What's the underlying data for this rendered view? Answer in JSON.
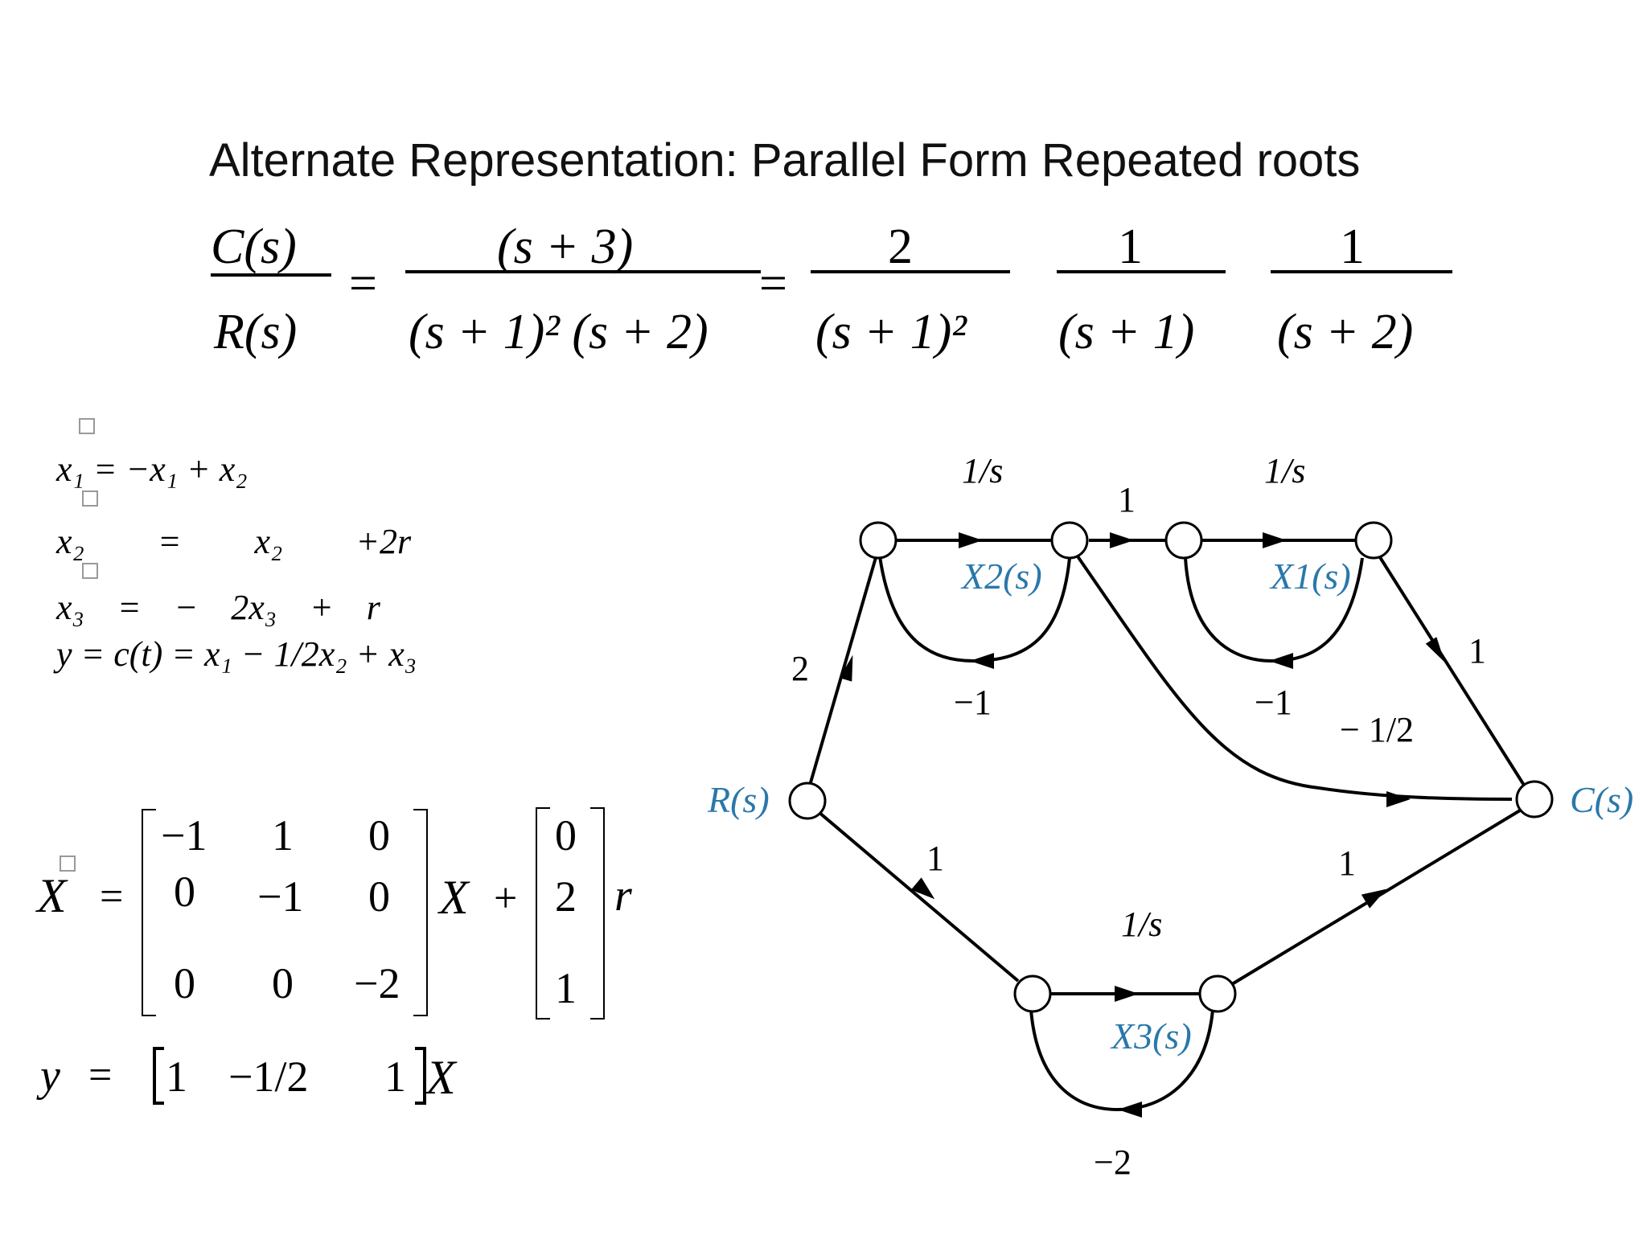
{
  "title": "Alternate Representation: Parallel Form Repeated roots",
  "transfer_function": {
    "lhs_num": "C(s)",
    "lhs_den": "R(s)",
    "eq1": "=",
    "eq2": "=",
    "mid_num": "(s + 3)",
    "mid_den": "(s + 1)² (s + 2)",
    "t1_num": "2",
    "t1_den": "(s + 1)²",
    "t2_num": "1",
    "t2_den": "(s + 1)",
    "t3_num": "1",
    "t3_den": "(s + 2)"
  },
  "state_equations": [
    "x₁ = −x₁ + x₂",
    "x₂ = x₂ +2r",
    "x₃ = − 2x₃ + r",
    "y = c(t) = x₁ − 1/2x₂ + x₃"
  ],
  "matrix_form": {
    "lhs": "X",
    "eq": "=",
    "plus": "+",
    "r": "r",
    "X": "X",
    "A": [
      [
        "−1",
        "1",
        "0"
      ],
      [
        "0",
        "−1",
        "0"
      ],
      [
        "0",
        "0",
        "−2"
      ]
    ],
    "B": [
      "0",
      "2",
      "1"
    ],
    "y_lhs": "y",
    "y_eq": "=",
    "C": [
      "1",
      "−1/2",
      "1"
    ],
    "y_X": "X"
  },
  "signal_flow_graph": {
    "nodes": {
      "R": "R(s)",
      "C": "C(s)",
      "X1": "X1(s)",
      "X2": "X2(s)",
      "X3": "X3(s)"
    },
    "gains": {
      "g_R_a": "2",
      "g_a_b": "1/s",
      "g_b_c": "1",
      "g_c_d": "1/s",
      "g_d_C": "1",
      "self_loop_1": "−1",
      "self_loop_2": "−1",
      "g_b_C": "− 1/2",
      "g_R_e": "1",
      "g_e_f": "1/s",
      "g_f_C": "1",
      "self_loop_3": "−2"
    }
  },
  "colors": {
    "node_label": "#2a78aa",
    "ink": "#000000"
  }
}
